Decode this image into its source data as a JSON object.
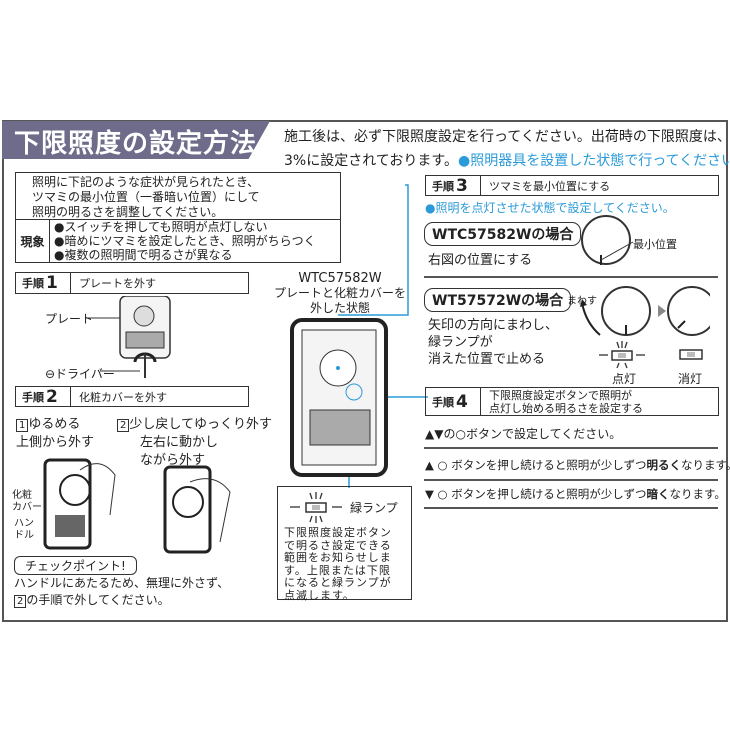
{
  "title": "下限照度の設定方法",
  "intro": {
    "line1": "施工後は、必ず下限照度設定を行ってください。出荷時の下限照度は、",
    "line2": "3%に設定されております。",
    "note": "●照明器具を設置した状態で行ってください。"
  },
  "symptoms": {
    "lines": [
      "照明に下記のような症状が見られたとき、",
      "ツマミの最小位置（一番暗い位置）にして",
      "照明の明るさを調整してください。"
    ],
    "label": "現象",
    "items": [
      "●スイッチを押しても照明が点灯しない",
      "●暗めにツマミを設定したとき、照明がちらつく",
      "●複数の照明間で明るさが異なる"
    ]
  },
  "step1": {
    "label": "手順",
    "num": "1",
    "title": "プレートを外す",
    "plate": "プレート",
    "driver": "⊖ドライバー"
  },
  "step2": {
    "label": "手順",
    "num": "2",
    "title": "化粧カバーを外す",
    "a1": "1",
    "a_title": "ゆるめる",
    "a_sub": "上側から外す",
    "b1": "2",
    "b_title": "少し戻してゆっくり外す",
    "b_sub1": "左右に動かし",
    "b_sub2": "ながら外す",
    "cover": [
      "化粧",
      "カバー"
    ],
    "handle": [
      "ハン",
      "ドル"
    ],
    "check": "チェックポイント!",
    "note1": "ハンドルにあたるため、無理に外さず、",
    "note2_num": "2",
    "note2": "の手順で外してください。"
  },
  "center": {
    "model": "WTC57582W",
    "caption1": "プレートと化粧カバーを",
    "caption2": "外した状態",
    "lamp": "緑ランプ",
    "lamp_desc": [
      "下限照度設定ボタン",
      "で明るさ設定できる",
      "範囲をお知らせしま",
      "す。上限または下限",
      "になると緑ランプが",
      "点滅します。"
    ]
  },
  "step3": {
    "label": "手順",
    "num": "3",
    "title": "ツマミを最小位置にする",
    "note": "●照明を点灯させた状態で設定してください。",
    "case1": "WTC57582Wの場合",
    "case1_text": "右図の位置にする",
    "min_pos": "最小位置",
    "case2": "WT57572Wの場合",
    "case2_text": [
      "矢印の方向にまわし、",
      "緑ランプが",
      "消えた位置で止める"
    ],
    "turn": "まわす",
    "on": "点灯",
    "off": "消灯"
  },
  "step4": {
    "label": "手順",
    "num": "4",
    "title1": "下限照度設定ボタンで照明が",
    "title2": "点灯し始める明るさを設定する",
    "lines": [
      "▲▼の",
      "ボタンで設定してください。"
    ],
    "up_pre": "▲",
    "up": "ボタンを押し続けると照明が少しずつ",
    "up_em": "明るく",
    "up_post": "なります。",
    "down_pre": "▼",
    "down": "ボタンを押し続けると照明が少しずつ",
    "down_em": "暗く",
    "down_post": "なります。"
  },
  "colors": {
    "banner": "#6e6c8a",
    "accent": "#2a9bd8"
  }
}
